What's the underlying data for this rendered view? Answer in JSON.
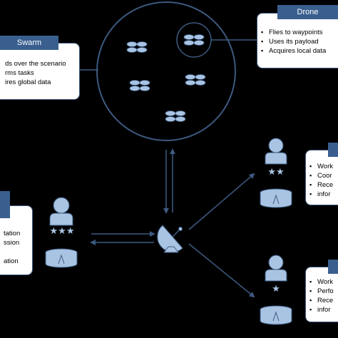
{
  "swarm": {
    "title": "Swarm",
    "items": [
      "ds over the scenario",
      "rms tasks",
      "ires global data"
    ]
  },
  "drone": {
    "title": "Drone",
    "items": [
      "Flies to waypoints",
      "Uses its payload",
      "Acquires local data"
    ]
  },
  "left_panel": {
    "items": [
      "tation",
      "ssion",
      "ation"
    ]
  },
  "right_top_panel": {
    "items": [
      "Work",
      "Coor",
      "Rece",
      "infor"
    ]
  },
  "right_bottom_panel": {
    "items": [
      "Work",
      "Perfo",
      "Rece",
      "infor"
    ]
  },
  "operators": {
    "left_stars": "★★★",
    "right_top_stars": "★★",
    "right_bottom_stars": "★"
  },
  "colors": {
    "background": "#000000",
    "accent": "#3a5f8f",
    "light_blue": "#a9c4e3",
    "line": "#3d5a80"
  }
}
